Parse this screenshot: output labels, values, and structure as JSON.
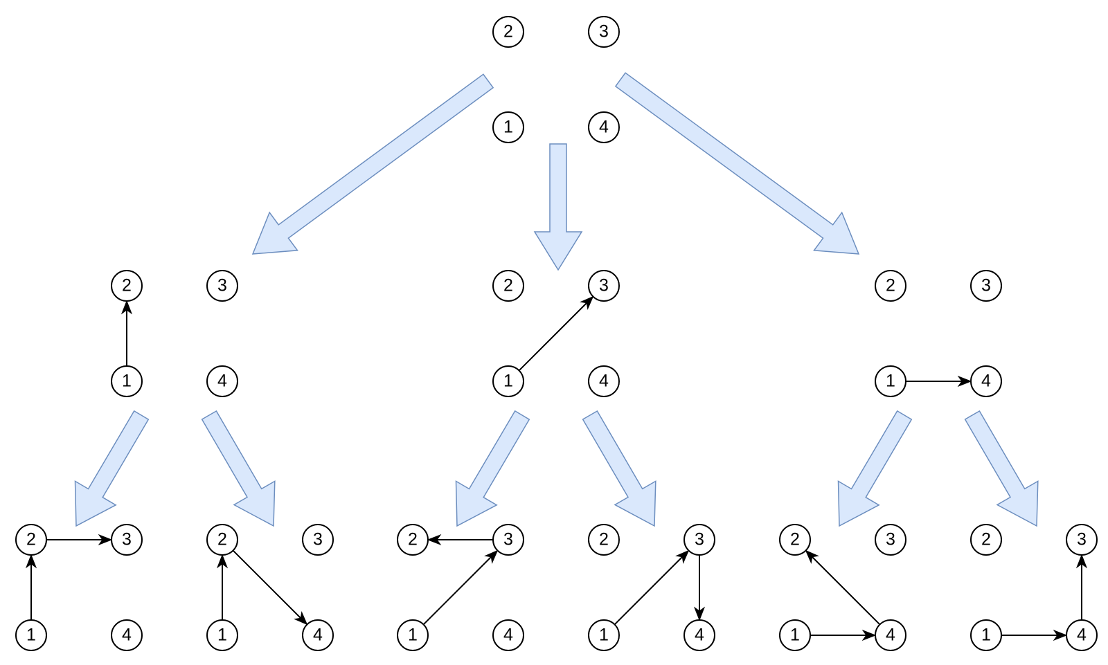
{
  "colors": {
    "flow_fill": "#dae8fc",
    "flow_stroke": "#6c8ebf",
    "node_stroke": "#000000",
    "edge": "#000000"
  },
  "graphs": [
    {
      "id": "root",
      "nodes": [
        "1",
        "2",
        "3",
        "4"
      ],
      "edges": []
    },
    {
      "id": "L1a",
      "nodes": [
        "1",
        "2",
        "3",
        "4"
      ],
      "edges": [
        [
          "1",
          "2"
        ]
      ]
    },
    {
      "id": "L1b",
      "nodes": [
        "1",
        "2",
        "3",
        "4"
      ],
      "edges": [
        [
          "1",
          "3"
        ]
      ]
    },
    {
      "id": "L1c",
      "nodes": [
        "1",
        "2",
        "3",
        "4"
      ],
      "edges": [
        [
          "1",
          "4"
        ]
      ]
    },
    {
      "id": "L2a",
      "nodes": [
        "1",
        "2",
        "3",
        "4"
      ],
      "edges": [
        [
          "1",
          "2"
        ],
        [
          "2",
          "3"
        ]
      ]
    },
    {
      "id": "L2b",
      "nodes": [
        "1",
        "2",
        "3",
        "4"
      ],
      "edges": [
        [
          "1",
          "2"
        ],
        [
          "2",
          "4"
        ]
      ]
    },
    {
      "id": "L2c",
      "nodes": [
        "1",
        "2",
        "3",
        "4"
      ],
      "edges": [
        [
          "1",
          "3"
        ],
        [
          "3",
          "2"
        ]
      ]
    },
    {
      "id": "L2d",
      "nodes": [
        "1",
        "2",
        "3",
        "4"
      ],
      "edges": [
        [
          "1",
          "3"
        ],
        [
          "3",
          "4"
        ]
      ]
    },
    {
      "id": "L2e",
      "nodes": [
        "1",
        "2",
        "3",
        "4"
      ],
      "edges": [
        [
          "1",
          "4"
        ],
        [
          "4",
          "2"
        ]
      ]
    },
    {
      "id": "L2f",
      "nodes": [
        "1",
        "2",
        "3",
        "4"
      ],
      "edges": [
        [
          "1",
          "4"
        ],
        [
          "4",
          "3"
        ]
      ]
    }
  ],
  "transitions": [
    [
      "root",
      "L1a"
    ],
    [
      "root",
      "L1b"
    ],
    [
      "root",
      "L1c"
    ],
    [
      "L1a",
      "L2a"
    ],
    [
      "L1a",
      "L2b"
    ],
    [
      "L1b",
      "L2c"
    ],
    [
      "L1b",
      "L2d"
    ],
    [
      "L1c",
      "L2e"
    ],
    [
      "L1c",
      "L2f"
    ]
  ]
}
